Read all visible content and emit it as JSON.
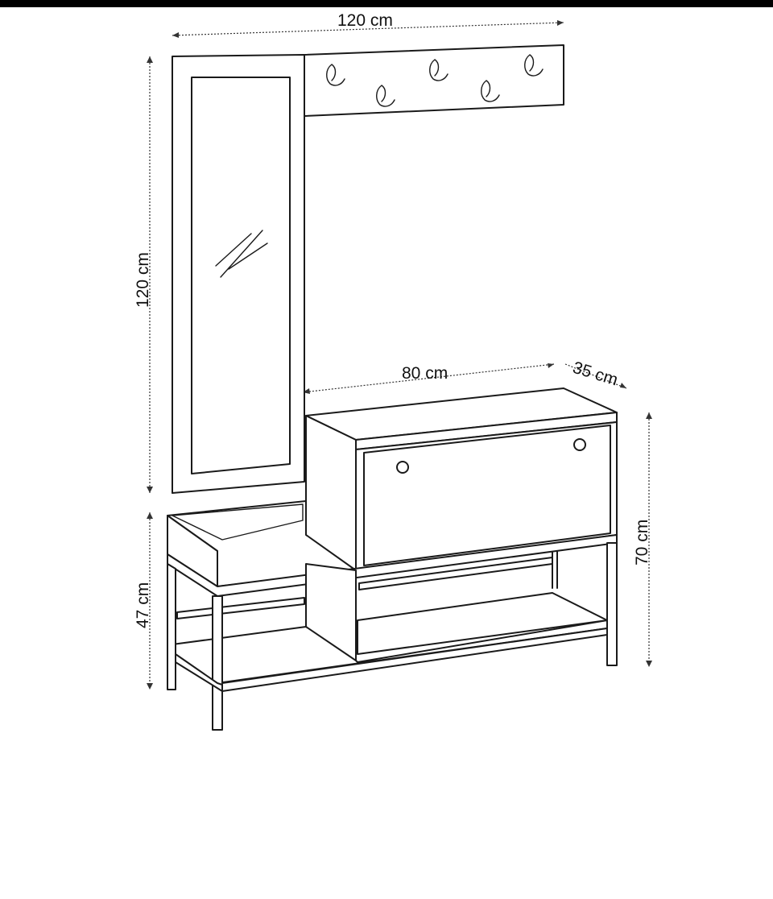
{
  "dimensions": {
    "top_width": "120 cm",
    "height": "120 cm",
    "bench_width": "80 cm",
    "depth": "35 cm",
    "cabinet_height": "70 cm",
    "bench_height": "47 cm"
  },
  "colors": {
    "line": "#1a1a1a",
    "background": "#ffffff",
    "top_bar": "#000000"
  }
}
